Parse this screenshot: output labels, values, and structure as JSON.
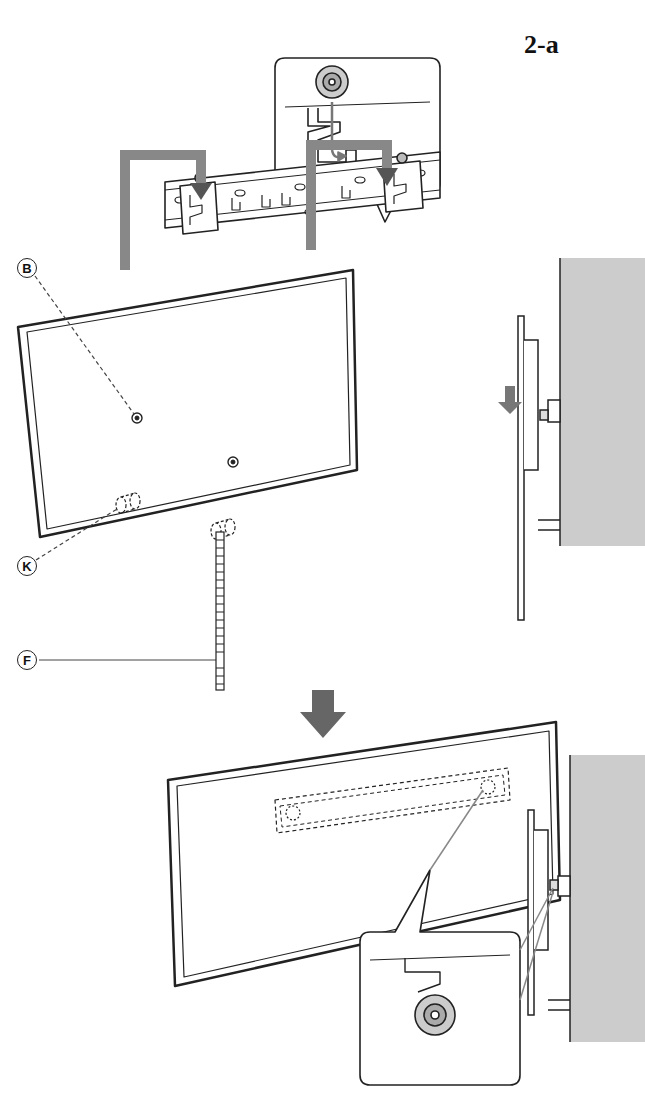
{
  "diagram": {
    "title": "2-a",
    "labels": [
      "B",
      "K",
      "F"
    ]
  }
}
